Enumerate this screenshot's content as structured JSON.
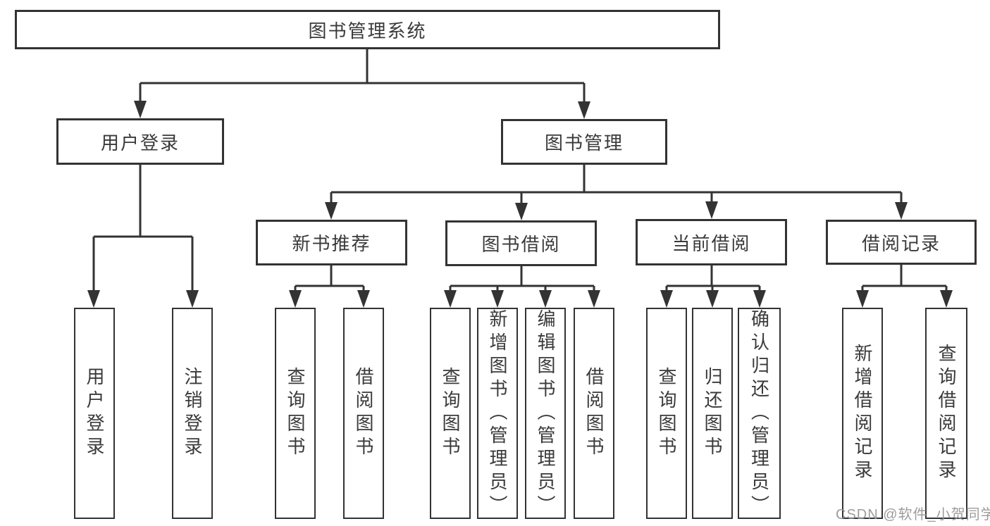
{
  "tree": {
    "label": "图书管理系统",
    "children": [
      {
        "label": "用户登录",
        "children": [
          {
            "label": "用户登录"
          },
          {
            "label": "注销登录"
          }
        ]
      },
      {
        "label": "图书管理",
        "children": [
          {
            "label": "新书推荐",
            "children": [
              {
                "label": "查询图书"
              },
              {
                "label": "借阅图书"
              }
            ]
          },
          {
            "label": "图书借阅",
            "children": [
              {
                "label": "查询图书"
              },
              {
                "label": "新增图书（管理员）"
              },
              {
                "label": "编辑图书（管理员）"
              },
              {
                "label": "借阅图书"
              }
            ]
          },
          {
            "label": "当前借阅",
            "children": [
              {
                "label": "查询图书"
              },
              {
                "label": "归还图书"
              },
              {
                "label": "确认归还（管理员）"
              }
            ]
          },
          {
            "label": "借阅记录",
            "children": [
              {
                "label": "新增借阅记录"
              },
              {
                "label": "查询借阅记录"
              }
            ]
          }
        ]
      }
    ]
  },
  "watermark": {
    "text": "CSDN @软件_小贺同学",
    "color": "#949494"
  },
  "colors": {
    "line": "#333333",
    "box_border": "#333333",
    "text": "#3a3a3a",
    "background": "#ffffff"
  }
}
